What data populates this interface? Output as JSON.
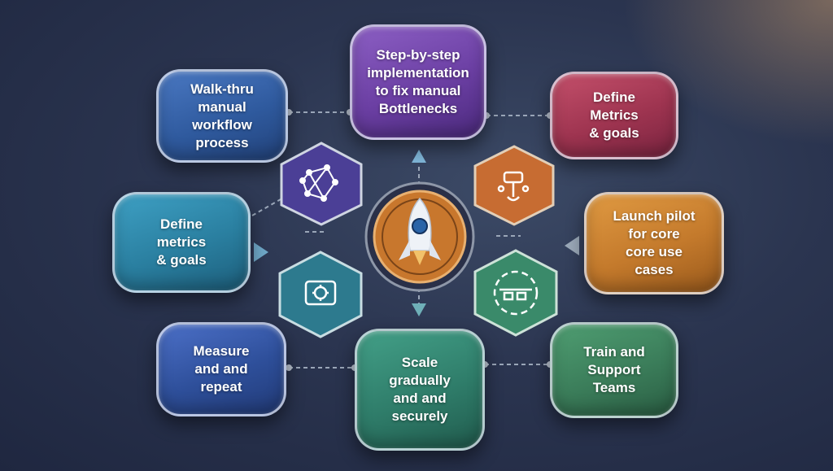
{
  "diagram": {
    "colors": {
      "purple": "#6b3fa3",
      "blue": "#2f5a9e",
      "teal": "#2a7fa0",
      "darkblue": "#2e4f9a",
      "green": "#2f7d6a",
      "green2": "#3b7d5a",
      "red": "#9e3450",
      "orange": "#c47a2c",
      "hub_orange": "#c8772d"
    },
    "cards": {
      "top_center": "Step-by-step\nimplementation\nto fix manual\nBottlenecks",
      "top_left": "Walk-thru\nmanual\nworkflow\nprocess",
      "top_right": "Define\nMetrics\n& goals",
      "mid_left": "Define\nmetrics\n& goals",
      "mid_right": "Launch pilot\nfor core\ncore use\ncases",
      "bottom_left": "Measure\nand and\nrepeat",
      "bottom_center": "Scale\ngradually\nand and\nsecurely",
      "bottom_right": "Train and\nSupport\nTeams"
    },
    "hexagons": [
      {
        "name": "network-cube-icon",
        "color": "#4b3f96"
      },
      {
        "name": "robot-arm-icon",
        "color": "#c76c32"
      },
      {
        "name": "gear-dashboard-icon",
        "color": "#2d7a8e"
      },
      {
        "name": "conveyor-icon",
        "color": "#3a8a6a"
      }
    ],
    "hub_icon": "rocket-icon"
  }
}
